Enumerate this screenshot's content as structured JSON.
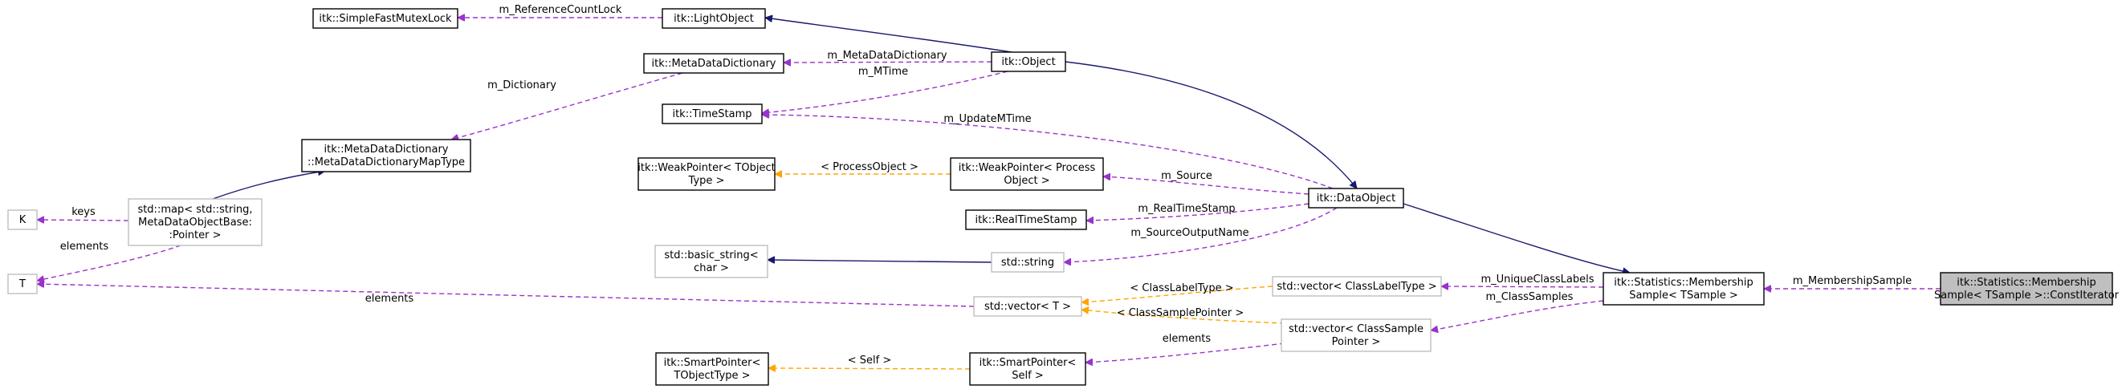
{
  "colors": {
    "inherit": "#191970",
    "usage": "#9a32cd",
    "template": "#ffa500",
    "node_border": "#000000",
    "node_border_undoc": "#bfbfbf",
    "focus_fill": "#bfbfbf"
  },
  "nodes": [
    {
      "id": "n_mutex",
      "lines": [
        "itk::SimpleFastMutexLock"
      ],
      "style": "normal"
    },
    {
      "id": "n_light",
      "lines": [
        "itk::LightObject"
      ],
      "style": "normal"
    },
    {
      "id": "n_mdd",
      "lines": [
        "itk::MetaDataDictionary"
      ],
      "style": "normal"
    },
    {
      "id": "n_object",
      "lines": [
        "itk::Object"
      ],
      "style": "normal"
    },
    {
      "id": "n_timestamp",
      "lines": [
        "itk::TimeStamp"
      ],
      "style": "normal"
    },
    {
      "id": "n_mddmap",
      "lines": [
        "itk::MetaDataDictionary",
        "::MetaDataDictionaryMapType"
      ],
      "style": "normal"
    },
    {
      "id": "n_wp_t",
      "lines": [
        "itk::WeakPointer< TObject",
        "Type >"
      ],
      "style": "normal"
    },
    {
      "id": "n_wp_po",
      "lines": [
        "itk::WeakPointer< Process",
        "Object >"
      ],
      "style": "normal"
    },
    {
      "id": "n_rts",
      "lines": [
        "itk::RealTimeStamp"
      ],
      "style": "normal"
    },
    {
      "id": "n_dataobject",
      "lines": [
        "itk::DataObject"
      ],
      "style": "normal"
    },
    {
      "id": "n_K",
      "lines": [
        "K"
      ],
      "style": "undoc"
    },
    {
      "id": "n_map",
      "lines": [
        "std::map< std::string,",
        "MetaDataObjectBase:",
        ":Pointer >"
      ],
      "style": "undoc"
    },
    {
      "id": "n_T",
      "lines": [
        "T"
      ],
      "style": "undoc"
    },
    {
      "id": "n_basic",
      "lines": [
        "std::basic_string<",
        "char >"
      ],
      "style": "undoc"
    },
    {
      "id": "n_string",
      "lines": [
        "std::string"
      ],
      "style": "undoc"
    },
    {
      "id": "n_vecT",
      "lines": [
        "std::vector< T >"
      ],
      "style": "undoc"
    },
    {
      "id": "n_veccl",
      "lines": [
        "std::vector< ClassLabelType >"
      ],
      "style": "undoc"
    },
    {
      "id": "n_vecsp",
      "lines": [
        "std::vector< ClassSample",
        "Pointer >"
      ],
      "style": "undoc"
    },
    {
      "id": "n_membership",
      "lines": [
        "itk::Statistics::Membership",
        "Sample< TSample >"
      ],
      "style": "normal"
    },
    {
      "id": "n_constiter",
      "lines": [
        "itk::Statistics::Membership",
        "Sample< TSample >::ConstIterator"
      ],
      "style": "focus"
    },
    {
      "id": "n_sp_t",
      "lines": [
        "itk::SmartPointer<",
        "TObjectType >"
      ],
      "style": "normal"
    },
    {
      "id": "n_sp_self",
      "lines": [
        "itk::SmartPointer<",
        "Self >"
      ],
      "style": "normal"
    }
  ],
  "edges": [
    {
      "id": "e_mutex_light",
      "kind": "usage",
      "label": "m_ReferenceCountLock"
    },
    {
      "id": "e_light_object",
      "kind": "inherit",
      "label": ""
    },
    {
      "id": "e_mdd_object",
      "kind": "usage",
      "label": "m_MetaDataDictionary"
    },
    {
      "id": "e_ts_object",
      "kind": "usage",
      "label": "m_MTime"
    },
    {
      "id": "e_mddmap_mdd",
      "kind": "usage",
      "label": "m_Dictionary"
    },
    {
      "id": "e_map_mddmap",
      "kind": "inherit",
      "label": ""
    },
    {
      "id": "e_K_map",
      "kind": "usage",
      "label": "keys"
    },
    {
      "id": "e_T_map",
      "kind": "usage",
      "label": "elements"
    },
    {
      "id": "e_object_dataobject",
      "kind": "inherit",
      "label": ""
    },
    {
      "id": "e_ts_dataobject",
      "kind": "usage",
      "label": "m_UpdateMTime"
    },
    {
      "id": "e_wppo_dataobject",
      "kind": "usage",
      "label": "m_Source"
    },
    {
      "id": "e_wpt_wppo",
      "kind": "template",
      "label": "< ProcessObject >"
    },
    {
      "id": "e_rts_dataobject",
      "kind": "usage",
      "label": "m_RealTimeStamp"
    },
    {
      "id": "e_string_dataobject",
      "kind": "usage",
      "label": "m_SourceOutputName"
    },
    {
      "id": "e_basic_string",
      "kind": "inherit",
      "label": ""
    },
    {
      "id": "e_dataobject_membership",
      "kind": "inherit",
      "label": ""
    },
    {
      "id": "e_T_vecT",
      "kind": "usage",
      "label": "elements"
    },
    {
      "id": "e_vecT_veccl",
      "kind": "template",
      "label": "< ClassLabelType >"
    },
    {
      "id": "e_vecT_vecsp",
      "kind": "template",
      "label": "< ClassSamplePointer >"
    },
    {
      "id": "e_veccl_membership",
      "kind": "usage",
      "label": "m_UniqueClassLabels"
    },
    {
      "id": "e_vecsp_membership",
      "kind": "usage",
      "label": "m_ClassSamples"
    },
    {
      "id": "e_spself_vecsp",
      "kind": "usage",
      "label": "elements"
    },
    {
      "id": "e_spt_spself",
      "kind": "template",
      "label": "< Self >"
    },
    {
      "id": "e_membership_constiter",
      "kind": "usage",
      "label": "m_MembershipSample"
    }
  ]
}
